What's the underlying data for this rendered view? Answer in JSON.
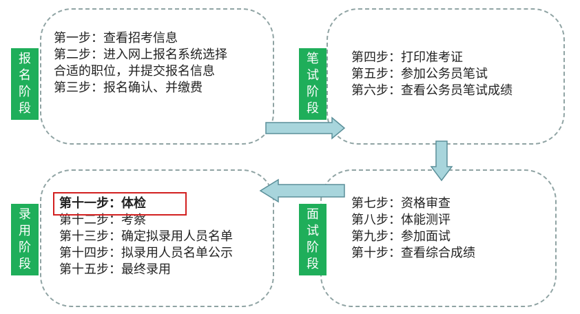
{
  "stages": [
    {
      "id": "signup",
      "label": [
        "报",
        "名",
        "阶",
        "段"
      ],
      "steps": [
        "第一步：查看招考信息",
        "第二步：进入网上报名系统选择",
        "合适的职位，并提交报名信息",
        "第三步：报名确认、并缴费"
      ]
    },
    {
      "id": "written",
      "label": [
        "笔",
        "试",
        "阶",
        "段"
      ],
      "steps": [
        "第四步：打印准考证",
        "第五步：参加公务员笔试",
        "第六步：查看公务员笔试成绩"
      ]
    },
    {
      "id": "interview",
      "label": [
        "面",
        "试",
        "阶",
        "段"
      ],
      "steps": [
        "第七步：资格审查",
        "第八步：体能测评",
        "第九步：参加面试",
        "第十步：查看综合成绩"
      ]
    },
    {
      "id": "hiring",
      "label": [
        "录",
        "用",
        "阶",
        "段"
      ],
      "steps": [
        "第十一步：体检",
        "第十二步：考察",
        "第十三步：确定拟录用人员名单",
        "第十四步：拟录用人员名单公示",
        "第十五步：最终录用"
      ]
    }
  ],
  "colors": {
    "label_green": "#1fae5a",
    "arrow_fill": "#a8d5dc",
    "arrow_stroke": "#5a8f99",
    "dashed_border": "#8fa3a3",
    "highlight_red": "#d21f1f"
  }
}
